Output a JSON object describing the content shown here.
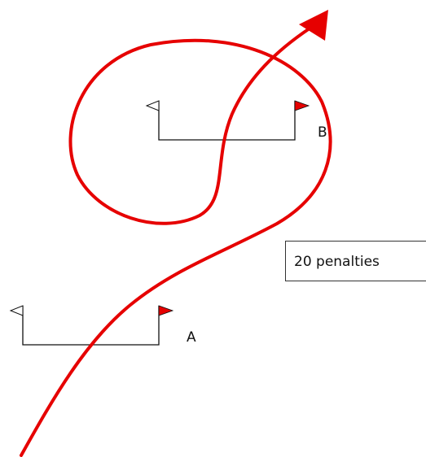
{
  "gates": [
    {
      "id": "gate-a",
      "label": "A",
      "left_flag": "white",
      "right_flag": "red"
    },
    {
      "id": "gate-b",
      "label": "B",
      "left_flag": "white",
      "right_flag": "red"
    }
  ],
  "penalty_box": {
    "text": "20 penalties"
  },
  "colors": {
    "path": "#e60000",
    "flag_red": "#e60000",
    "flag_white": "#ffffff",
    "gate_line": "#111111"
  }
}
